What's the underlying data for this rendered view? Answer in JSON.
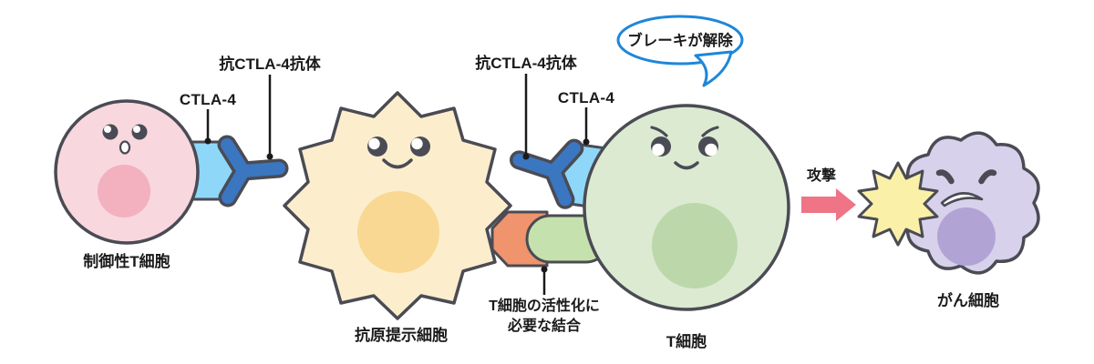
{
  "colors": {
    "background": "#ffffff",
    "outline": "#4a4b54",
    "annotation": "#1a1a1a",
    "regulatory_t_cell_fill": "#f8d7de",
    "regulatory_t_cell_nucleus": "#f3b0bf",
    "ctla4_receptor_fill": "#8fd7f8",
    "antibody_fill": "#3b76c1",
    "apc_fill": "#fceecd",
    "apc_nucleus": "#f9d893",
    "t_cell_fill": "#dcead2",
    "t_cell_nucleus": "#bcd8aa",
    "binding_receptor_orange": "#ef946c",
    "binding_receptor_green": "#c5e1ad",
    "attack_arrow": "#ef7486",
    "starburst_fill": "#faf0a8",
    "cancer_cell_fill": "#d8d1eb",
    "cancer_cell_nucleus": "#b1a4d5",
    "speech_bubble_stroke": "#1d87da"
  },
  "cells": {
    "regulatory_t_cell": {
      "label": "制御性T細胞"
    },
    "antigen_presenting_cell": {
      "label": "抗原提示細胞"
    },
    "t_cell": {
      "label": "T細胞"
    },
    "cancer_cell": {
      "label": "がん細胞"
    }
  },
  "annotations": {
    "ctla4_left": "CTLA-4",
    "anti_ctla4_left": "抗CTLA-4抗体",
    "anti_ctla4_right": "抗CTLA-4抗体",
    "ctla4_right": "CTLA-4",
    "speech_bubble": "ブレーキが解除",
    "binding_note_line1": "T細胞の活性化に",
    "binding_note_line2": "必要な結合",
    "attack": "攻撃"
  }
}
